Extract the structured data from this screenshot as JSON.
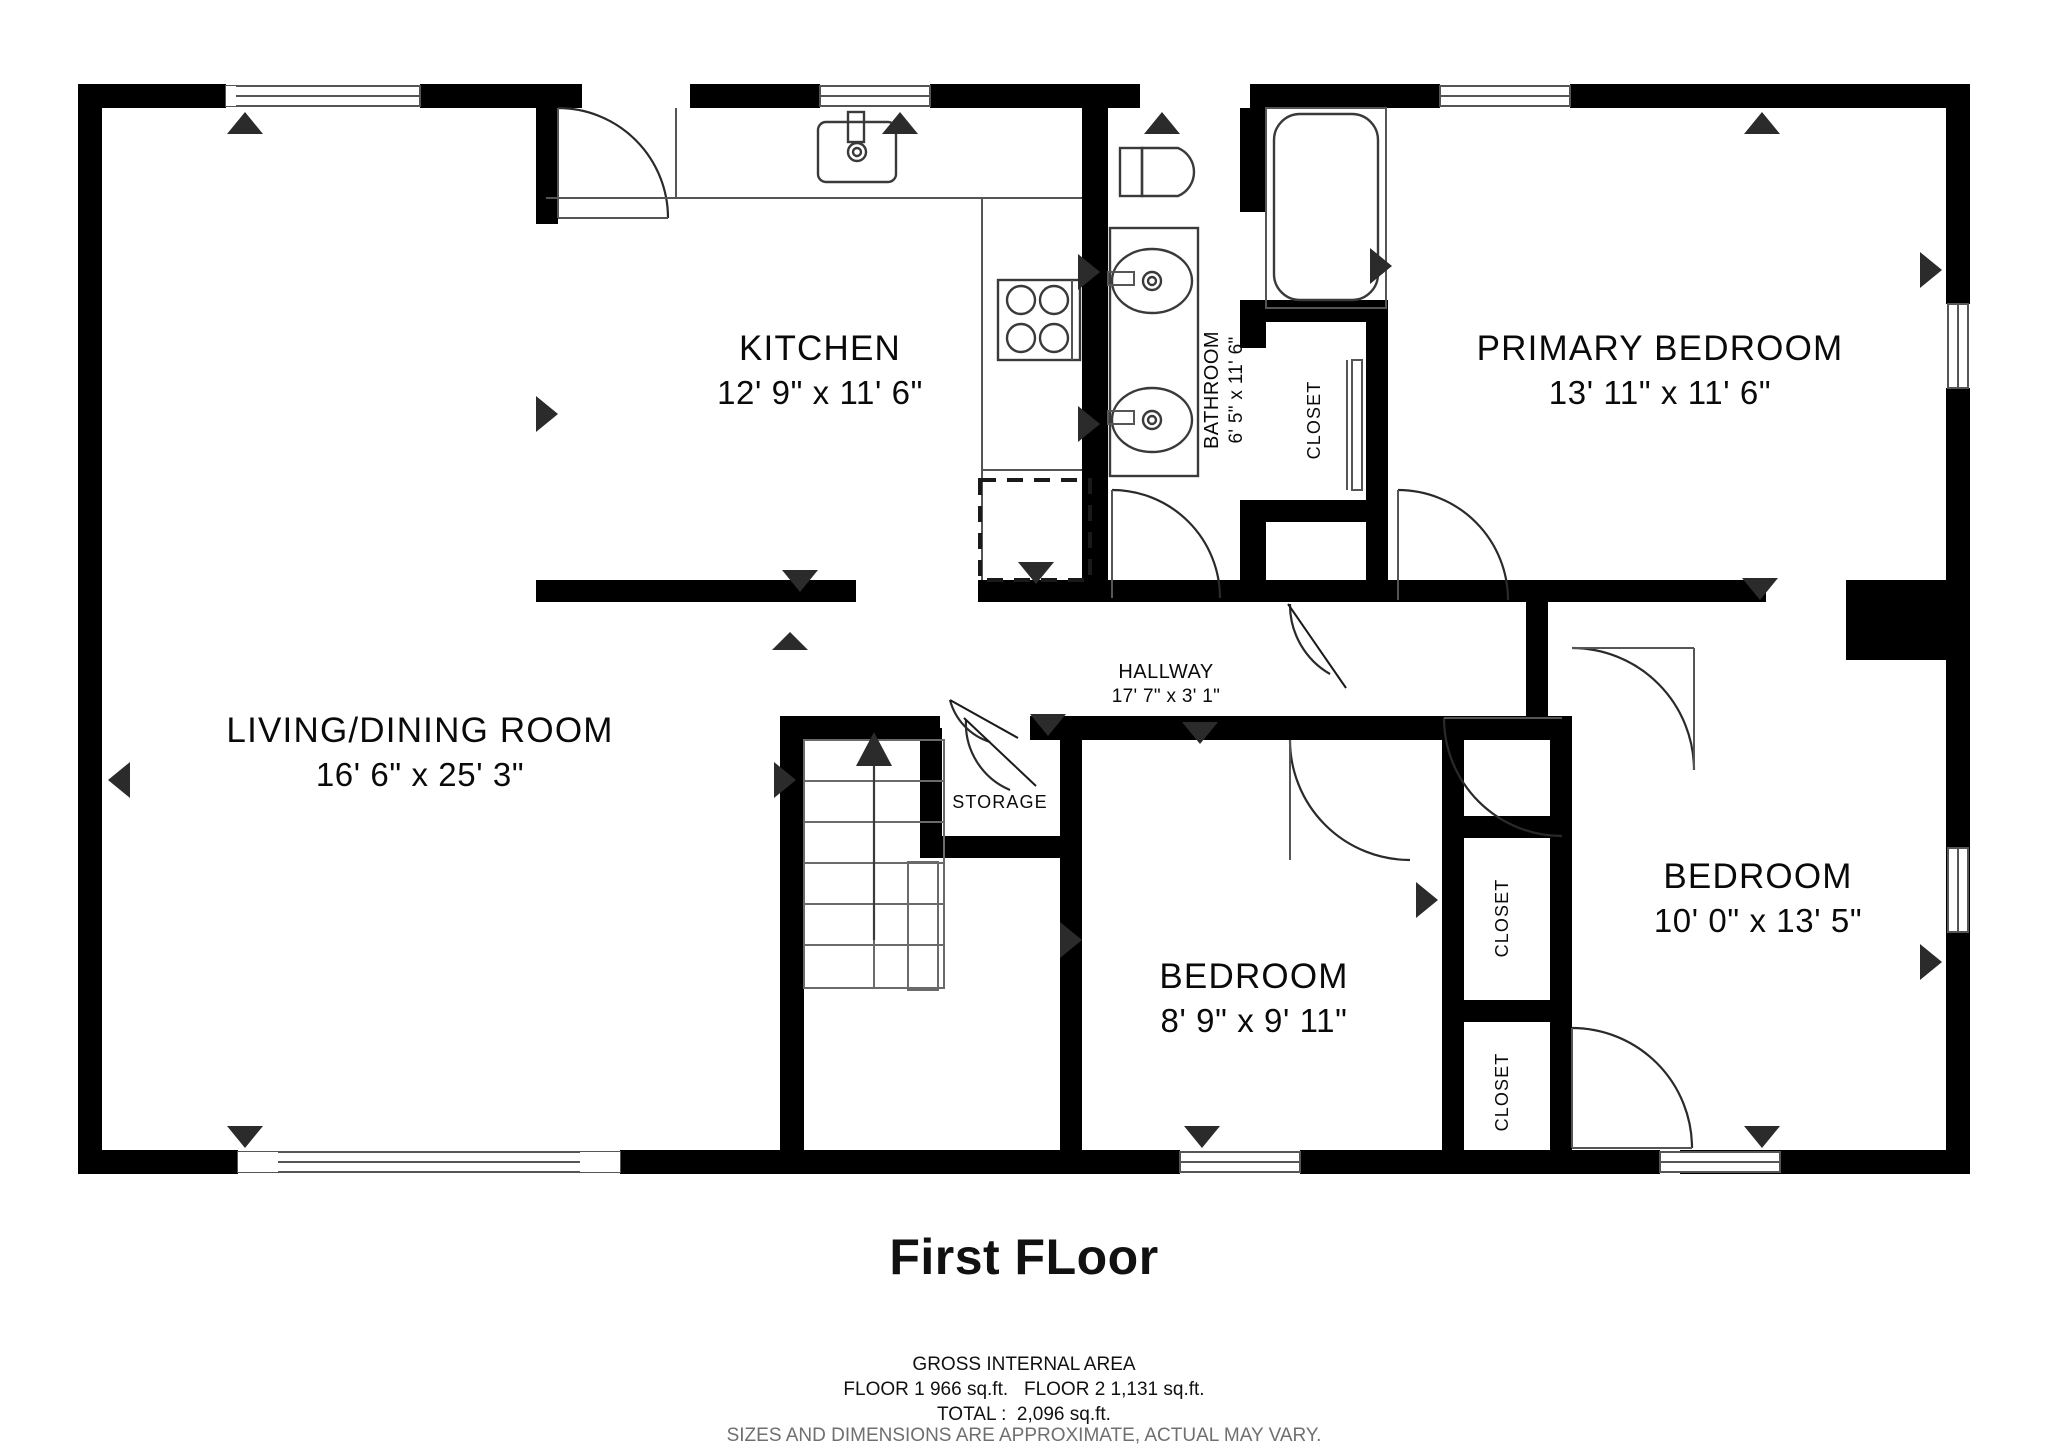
{
  "title": "First FLoor",
  "footer": {
    "gross_label": "GROSS INTERNAL AREA",
    "floors_line": "FLOOR 1 966 sq.ft.   FLOOR 2 1,131 sq.ft.",
    "total_line": "TOTAL :  2,096 sq.ft.",
    "disclaimer": "SIZES AND DIMENSIONS ARE APPROXIMATE, ACTUAL MAY VARY."
  },
  "colors": {
    "wall": "#000000",
    "background": "#ffffff",
    "fixture_stroke": "#3a3a3a",
    "text": "#0a0a0a",
    "muted_text": "#6f6f6f"
  },
  "rooms": [
    {
      "id": "kitchen",
      "name": "KITCHEN",
      "dim": "12' 9\" x 11' 6\""
    },
    {
      "id": "bathroom",
      "name": "BATHROOM",
      "dim": "6' 5\" x 11' 6\""
    },
    {
      "id": "primary-bedroom",
      "name": "PRIMARY BEDROOM",
      "dim": "13' 11\" x 11' 6\""
    },
    {
      "id": "living-dining",
      "name": "LIVING/DINING ROOM",
      "dim": "16' 6\" x 25' 3\""
    },
    {
      "id": "hallway",
      "name": "HALLWAY",
      "dim": "17' 7\" x 3' 1\""
    },
    {
      "id": "bedroom-2",
      "name": "BEDROOM",
      "dim": "8' 9\" x 9' 11\""
    },
    {
      "id": "bedroom-3",
      "name": "BEDROOM",
      "dim": "10' 0\" x 13' 5\""
    }
  ],
  "small_spaces": [
    {
      "id": "closet-primary",
      "name": "CLOSET"
    },
    {
      "id": "storage",
      "name": "STORAGE"
    },
    {
      "id": "closet-upper",
      "name": "CLOSET"
    },
    {
      "id": "closet-lower",
      "name": "CLOSET"
    }
  ],
  "fixtures": [
    {
      "id": "kitchen-sink",
      "name": "kitchen-sink-icon"
    },
    {
      "id": "stove",
      "name": "stove-icon"
    },
    {
      "id": "refrigerator",
      "name": "refrigerator-outline-icon"
    },
    {
      "id": "toilet",
      "name": "toilet-icon"
    },
    {
      "id": "vanity-sink-1",
      "name": "sink-icon"
    },
    {
      "id": "vanity-sink-2",
      "name": "sink-icon"
    },
    {
      "id": "bathtub",
      "name": "bathtub-icon"
    },
    {
      "id": "staircase",
      "name": "staircase-icon"
    }
  ]
}
